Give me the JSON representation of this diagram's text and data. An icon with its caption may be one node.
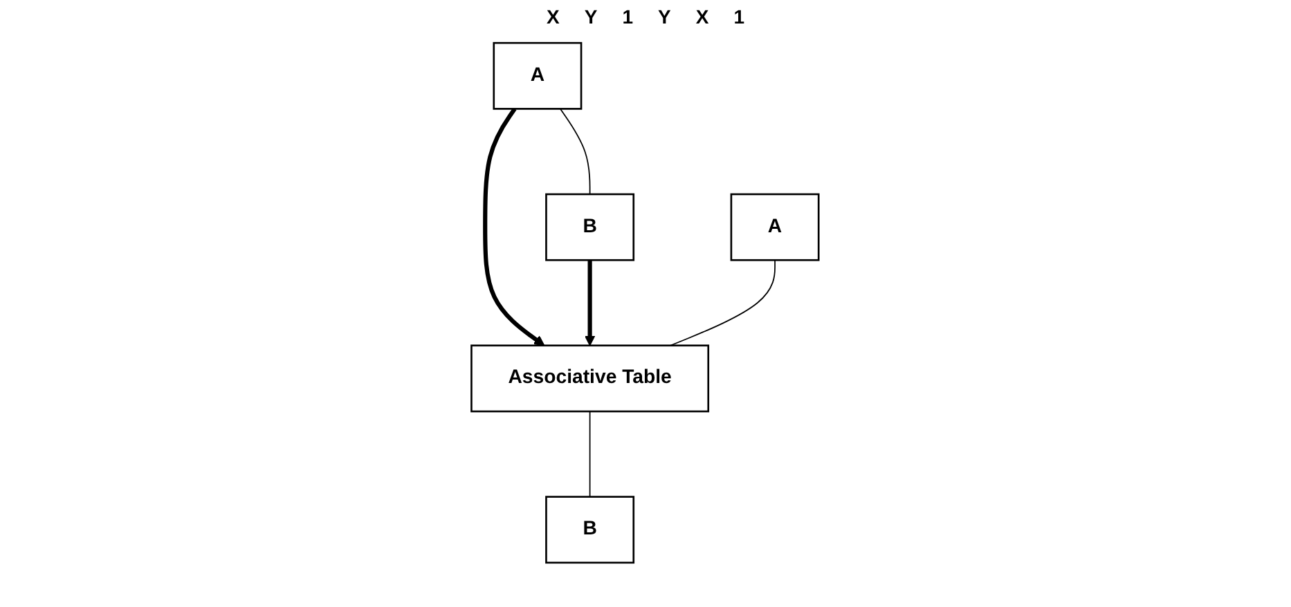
{
  "diagram": {
    "nodes": [
      {
        "text": [
          "A"
        ]
      },
      {
        "text": [
          "B"
        ]
      },
      {
        "text": [
          "A"
        ]
      },
      {
        "text": [
          "Associative Table"
        ]
      },
      {
        "text": [
          "B"
        ]
      }
    ],
    "edges": [
      {
        "from": 0,
        "to": 1,
        "arrow": "none"
      },
      {
        "from": 0,
        "to": 3,
        "arrow": "to",
        "style": "thick"
      },
      {
        "from": 1,
        "to": 3,
        "arrow": "to",
        "style": "thick"
      },
      {
        "from": 2,
        "to": 3,
        "arrow": "none"
      },
      {
        "from": 3,
        "to": 4,
        "arrow": "none"
      }
    ],
    "labels": [
      "X",
      "Y",
      "1",
      "Y",
      "X",
      "1"
    ]
  }
}
